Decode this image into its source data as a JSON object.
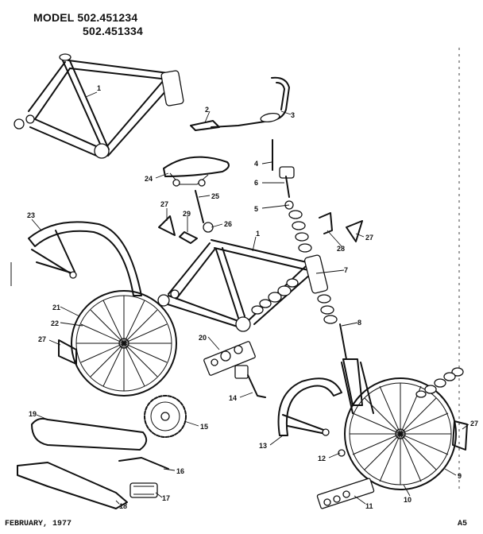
{
  "header": {
    "line1": "MODEL 502.451234",
    "line2": "502.451334"
  },
  "footer": {
    "date": "FEBRUARY, 1977",
    "page_code": "A5"
  },
  "callouts": [
    "1",
    "2",
    "3",
    "4",
    "5",
    "6",
    "7",
    "8",
    "9",
    "10",
    "11",
    "12",
    "13",
    "14",
    "15",
    "16",
    "17",
    "18",
    "19",
    "20",
    "21",
    "22",
    "23",
    "24",
    "25",
    "26",
    "27",
    "27",
    "27",
    "27",
    "28",
    "29",
    "1"
  ]
}
